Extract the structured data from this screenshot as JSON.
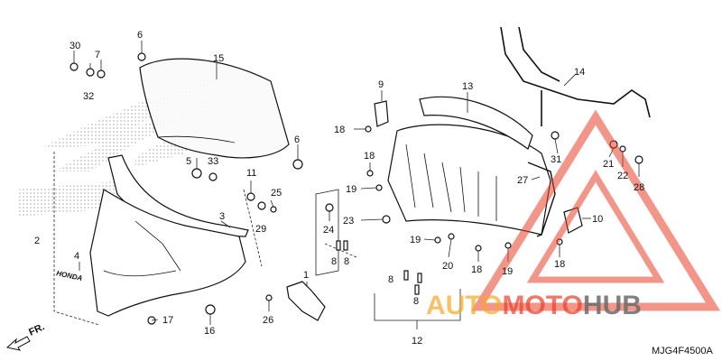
{
  "diagram": {
    "code": "MJG4F4500A",
    "direction_label": "FR.",
    "labels": {
      "p1": "1",
      "p2": "2",
      "p3": "3",
      "p4": "4",
      "p5": "5",
      "p6a": "6",
      "p6b": "6",
      "p7": "7",
      "p8a": "8",
      "p8b": "8",
      "p8c": "8",
      "p8d": "8",
      "p9": "9",
      "p10": "10",
      "p11": "11",
      "p12": "12",
      "p13": "13",
      "p14": "14",
      "p15": "15",
      "p16": "16",
      "p17": "17",
      "p18a": "18",
      "p18b": "18",
      "p18c": "18",
      "p18d": "18",
      "p19a": "19",
      "p19b": "19",
      "p19c": "19",
      "p20": "20",
      "p21": "21",
      "p22": "22",
      "p23": "23",
      "p24": "24",
      "p25": "25",
      "p26": "26",
      "p27": "27",
      "p28": "28",
      "p29": "29",
      "p30": "30",
      "p31": "31",
      "p32": "32",
      "p33": "33"
    }
  },
  "watermark": {
    "text_a": "AUTO",
    "text_b": "MOTO",
    "text_c": "HUB",
    "color_a": "#f5a623",
    "color_b": "#e8402a",
    "color_c": "#6b6b6b"
  },
  "colors": {
    "line": "#111111",
    "dots": "#bbbbbb",
    "accent": "#e8402a"
  }
}
